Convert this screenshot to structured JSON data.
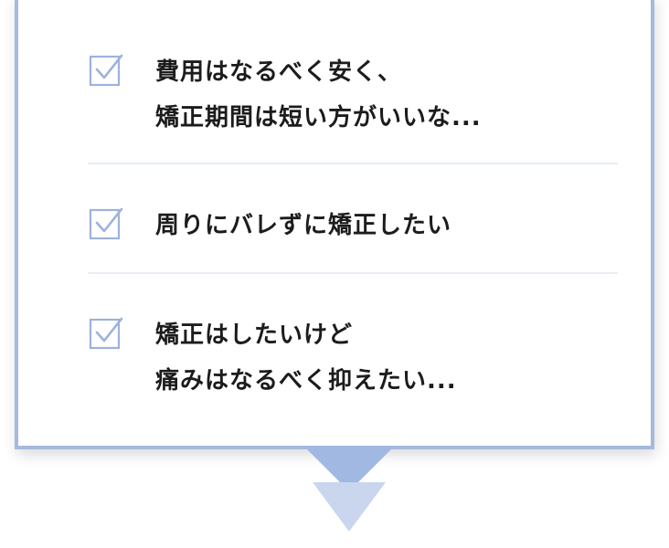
{
  "items": [
    {
      "lines": [
        "費用はなるべく安く、",
        "矯正期間は短い方がいいな..."
      ],
      "icon": "checkbox-checked-icon"
    },
    {
      "lines": [
        "周りにバレずに矯正したい"
      ],
      "icon": "checkbox-checked-icon"
    },
    {
      "lines": [
        "矯正はしたいけど",
        "痛みはなるべく抑えたい..."
      ],
      "icon": "checkbox-checked-icon"
    }
  ],
  "colors": {
    "border": "#a6b9de",
    "check": "#9db2dc",
    "arrow_top": "#a1b8e2",
    "arrow_bottom": "#c9d6ee",
    "divider": "#e6edf5",
    "text": "#1c1c1c"
  }
}
